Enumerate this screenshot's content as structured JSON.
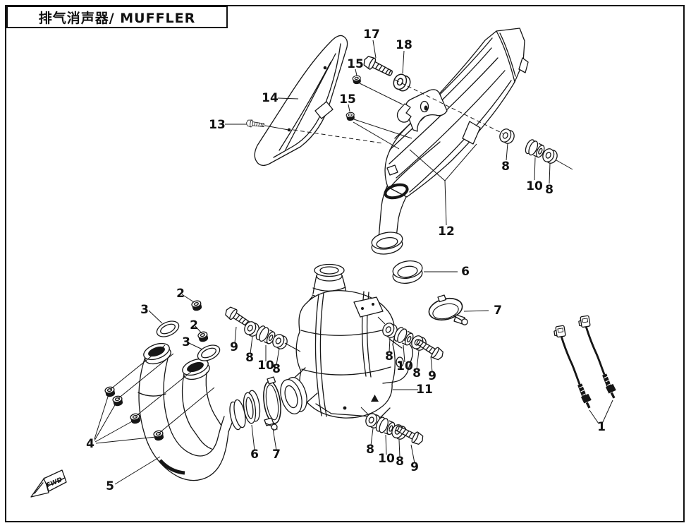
{
  "page": {
    "title_full": "排气消声器/ MUFFLER",
    "title_zh": "排气消声器",
    "title_en": "MUFFLER"
  },
  "direction_marker": {
    "label": "FWD"
  },
  "colors": {
    "ink": "#161616",
    "background": "#ffffff"
  },
  "callouts": [
    {
      "label": "17"
    },
    {
      "label": "18"
    },
    {
      "label": "15"
    },
    {
      "label": "15"
    },
    {
      "label": "14"
    },
    {
      "label": "13"
    },
    {
      "label": "8"
    },
    {
      "label": "10"
    },
    {
      "label": "8"
    },
    {
      "label": "12"
    },
    {
      "label": "6"
    },
    {
      "label": "7"
    },
    {
      "label": "2"
    },
    {
      "label": "3"
    },
    {
      "label": "2"
    },
    {
      "label": "3"
    },
    {
      "label": "9"
    },
    {
      "label": "8"
    },
    {
      "label": "10"
    },
    {
      "label": "8"
    },
    {
      "label": "8"
    },
    {
      "label": "10"
    },
    {
      "label": "8"
    },
    {
      "label": "9"
    },
    {
      "label": "11"
    },
    {
      "label": "4"
    },
    {
      "label": "6"
    },
    {
      "label": "7"
    },
    {
      "label": "5"
    },
    {
      "label": "8"
    },
    {
      "label": "10"
    },
    {
      "label": "8"
    },
    {
      "label": "9"
    },
    {
      "label": "1"
    }
  ]
}
